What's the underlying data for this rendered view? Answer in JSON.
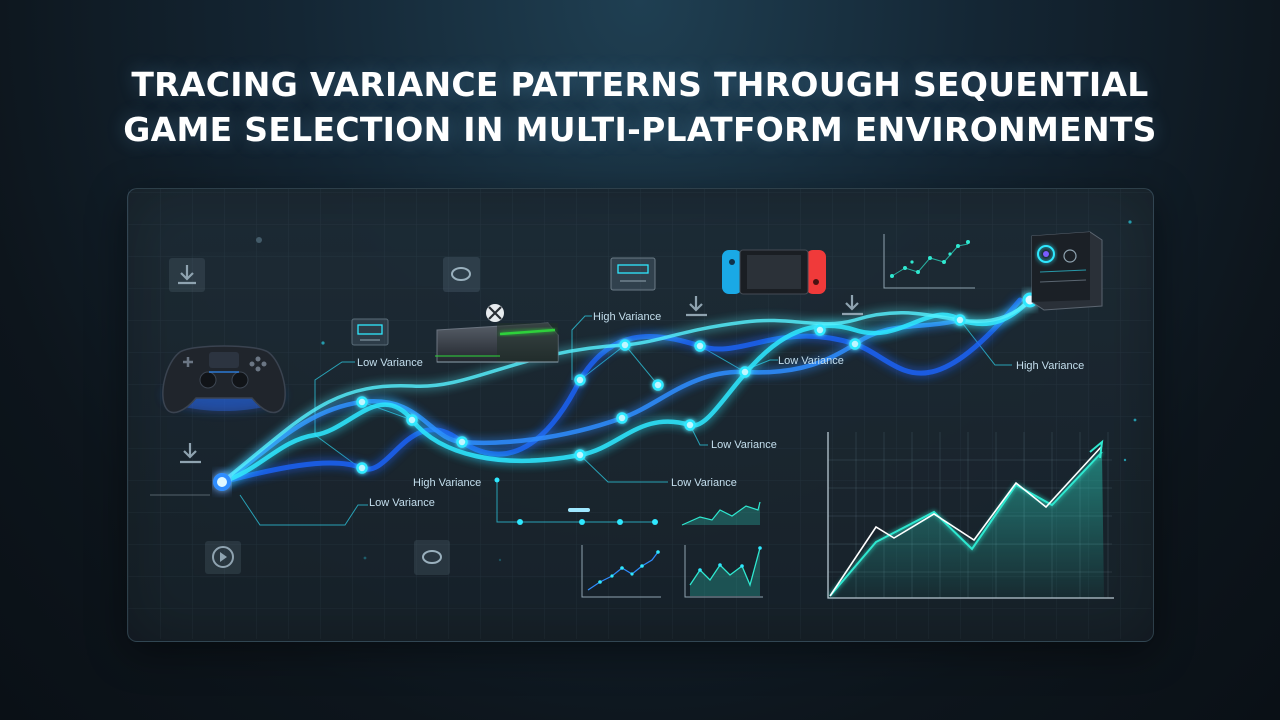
{
  "title": {
    "line1": "TRACING VARIANCE PATTERNS THROUGH SEQUENTIAL",
    "line2": "GAME SELECTION IN MULTI-PLATFORM ENVIRONMENTS"
  },
  "labels": {
    "low_1": "Low Variance",
    "high_1": "High Variance",
    "low_2": "Low Variance",
    "high_2": "High Variance",
    "low_3": "Low Variance",
    "low_4": "Low Variance",
    "high_3": "High Variance",
    "low_5": "Low Variance"
  },
  "icons": [
    "download-icon",
    "gamepad-icon",
    "xbox-console-icon",
    "switch-console-icon",
    "pc-tower-icon",
    "play-icon",
    "capsule-icon",
    "mini-console-icon",
    "mini-chart-icon"
  ],
  "colors": {
    "accent_cyan": "#2fe8ff",
    "accent_blue": "#1e7bff",
    "xbox_green": "#2fd13a",
    "switch_blue": "#1aa9e6",
    "switch_red": "#f03a3a"
  }
}
